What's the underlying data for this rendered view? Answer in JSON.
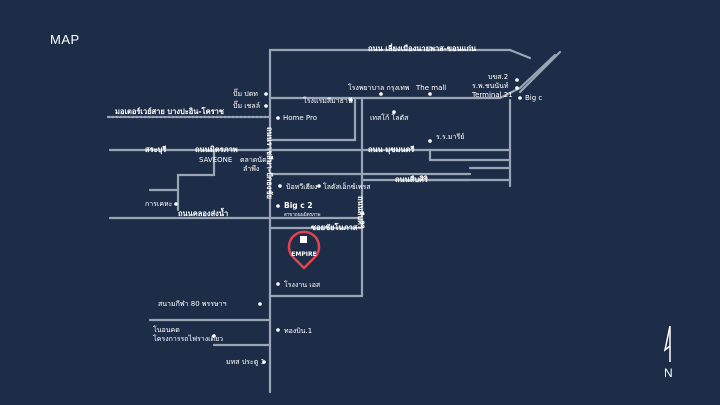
{
  "title": "MAP",
  "compass_label": "N",
  "colors": {
    "background": "#1d2d47",
    "road": "#9aa6b6",
    "text": "#ffffff",
    "pin": "#e0434f"
  },
  "marker": {
    "line1": "EMPIRE",
    "icon": "building-icon"
  },
  "roads": {
    "r1": "ถนน เลี่ยงเมืองนายพาส-ขอนแก่น",
    "r2": "มอเตอร์เวย์สาย บางปะอิน-โคราช",
    "r3": "สระบุรี",
    "r4": "ถนนมิตรภาพ",
    "r5": "ถนน มุขมนตรี",
    "r6": "ถนนสืบศิริ",
    "r7": "ถนนคลองส่งน้ำ",
    "r8": "ซอยชัยโนภาส",
    "r9": "ถนนสืบศิริ",
    "r10": "ถนนราชสีมา-ปักธงชัย"
  },
  "places": {
    "p1": "ปั๊ม ปตท",
    "p2": "ปั๊ม เชลล์",
    "p3": "Home Pro",
    "p4": "SAVEONE",
    "p5": "ตลาดนัด",
    "p5b": "ลำพึง",
    "p6": "การเคหะ",
    "p7": "โรงแรมสีมาธานี",
    "p8": "โรงพยาบาล กรุงเทพ",
    "p9": "The mall",
    "p10": "เทสโก้ โลตัส",
    "p11": "ร.ร.มารีย์",
    "p12": "บขส.2",
    "p13": "ร.พ.ชนนันท์",
    "p14": "Terminal 21",
    "p15": "Big c",
    "p16": "ป้อหวีเฮียง",
    "p17": "โลตัสเอ็กซ์เพรส",
    "p18": "Big c 2",
    "p18b": "สาขาถนนมิตรภาพ",
    "p19": "โรงงาน เอส",
    "p20": "สนามกีฬา 80 พรรษาฯ",
    "p21": "ทองบิน.1",
    "p22": "โนอนคด",
    "p22b": "โครงการรถไฟรางเดี่ยว",
    "p23": "มทส ประตู 1"
  }
}
